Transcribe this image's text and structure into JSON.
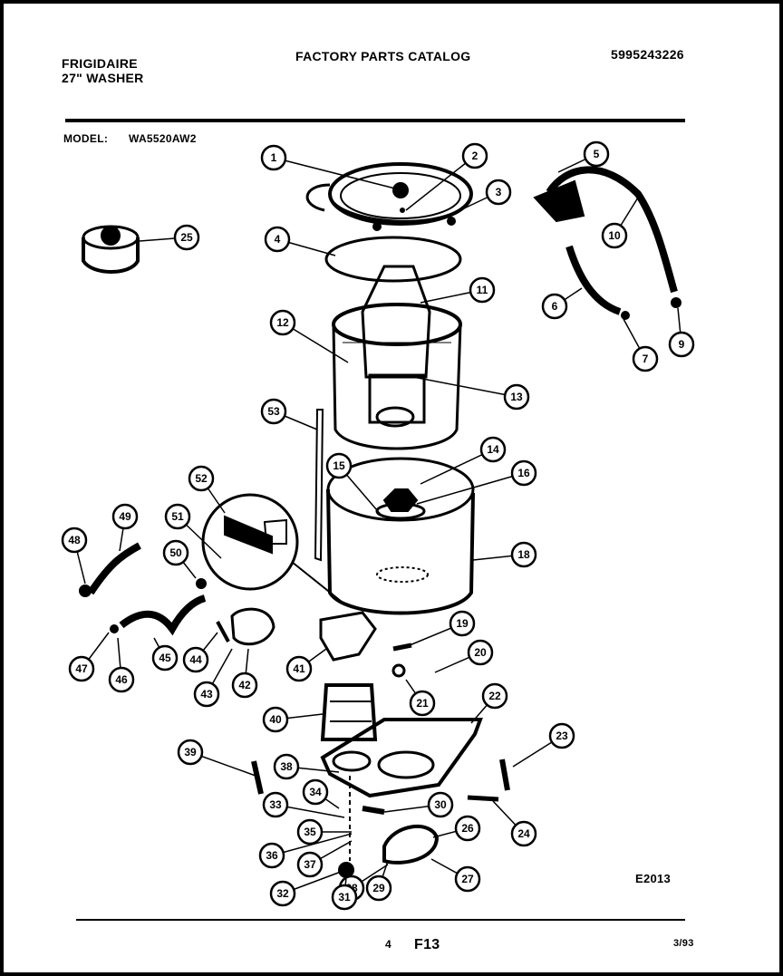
{
  "header": {
    "brand": "FRIGIDAIRE",
    "product": "27\" WASHER",
    "catalog_title": "FACTORY PARTS CATALOG",
    "catalog_number": "5995243226",
    "model_label": "MODEL:",
    "model_value": "WA5520AW2"
  },
  "footer": {
    "diagram_code": "E2013",
    "page_number": "4",
    "section": "F13",
    "date": "3/93"
  },
  "callouts": [
    "1",
    "2",
    "3",
    "4",
    "5",
    "6",
    "7",
    "9",
    "10",
    "11",
    "12",
    "13",
    "14",
    "15",
    "16",
    "18",
    "19",
    "20",
    "21",
    "22",
    "23",
    "24",
    "25",
    "26",
    "27",
    "28",
    "29",
    "30",
    "31",
    "32",
    "33",
    "34",
    "35",
    "36",
    "37",
    "38",
    "39",
    "40",
    "41",
    "42",
    "43",
    "44",
    "45",
    "46",
    "47",
    "48",
    "49",
    "50",
    "51",
    "52",
    "53"
  ]
}
